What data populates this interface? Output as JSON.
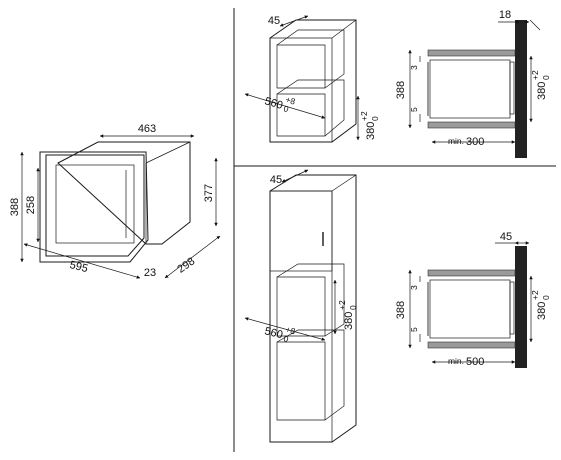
{
  "appliance": {
    "width": "463",
    "height_outer": "388",
    "height_inner": "258",
    "depth_right": "377",
    "front_width": "595",
    "door_offset": "23",
    "body_depth": "298"
  },
  "upper": {
    "depth_top": "45",
    "width_min": "560",
    "width_sup": "+8",
    "width_sub": "0",
    "height_opening": "380",
    "height_sup": "+2",
    "height_sub": "0"
  },
  "upper_section": {
    "wall_gap": "18",
    "opening_height": "388",
    "top_gap": "3",
    "bottom_gap": "5",
    "niche_height": "380",
    "niche_sup": "+2",
    "niche_sub": "0",
    "min_prefix": "min.",
    "min_depth": "300"
  },
  "lower": {
    "depth_top": "45",
    "width_min": "560",
    "width_sup": "+8",
    "width_sub": "0",
    "height_opening": "380",
    "height_sup": "+2",
    "height_sub": "0"
  },
  "lower_section": {
    "wall_gap": "45",
    "opening_height": "388",
    "top_gap": "3",
    "bottom_gap": "5",
    "niche_height": "380",
    "niche_sup": "+2",
    "niche_sub": "0",
    "min_prefix": "min.",
    "min_depth": "500"
  }
}
